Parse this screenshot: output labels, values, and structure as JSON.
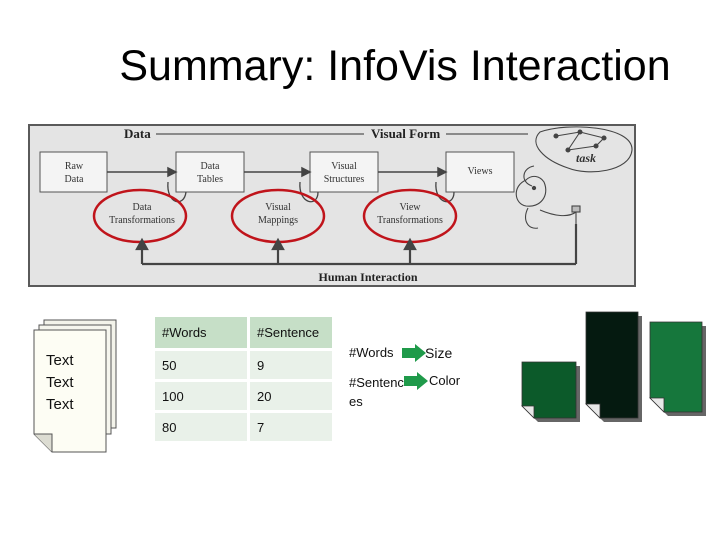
{
  "slide": {
    "title": "Summary: InfoVis Interaction"
  },
  "reference_model": {
    "header_data": "Data",
    "header_visual_form": "Visual Form",
    "boxes": [
      "Raw\nData",
      "Data\nTables",
      "Visual\nStructures",
      "Views"
    ],
    "transformations": [
      "Data\nTransformations",
      "Visual\nMappings",
      "View\nTransformations"
    ],
    "task_label": "task",
    "human_interaction": "Human Interaction"
  },
  "document": {
    "lines": [
      "Text",
      "Text",
      "Text"
    ]
  },
  "table": {
    "headers": [
      "#Words",
      "#Sentence"
    ],
    "rows": [
      [
        "50",
        "9"
      ],
      [
        "100",
        "20"
      ],
      [
        "80",
        "7"
      ]
    ]
  },
  "mapping": {
    "rows": [
      {
        "attribute": "#Words",
        "encoding": "Size"
      },
      {
        "attribute": "#Sentences",
        "encoding": "Color"
      }
    ]
  },
  "colors": {
    "reference_border": "#5a5a5a",
    "reference_bg": "#e4e4e4",
    "highlight_ellipse": "#c0141b",
    "table_header": "#c6dfc7",
    "table_cell": "#e9f1e9",
    "arrow_green": "#1f9a4a",
    "glyph_small": "#0c5a2a",
    "glyph_large": "#051a10",
    "glyph_medium": "#16773c"
  }
}
